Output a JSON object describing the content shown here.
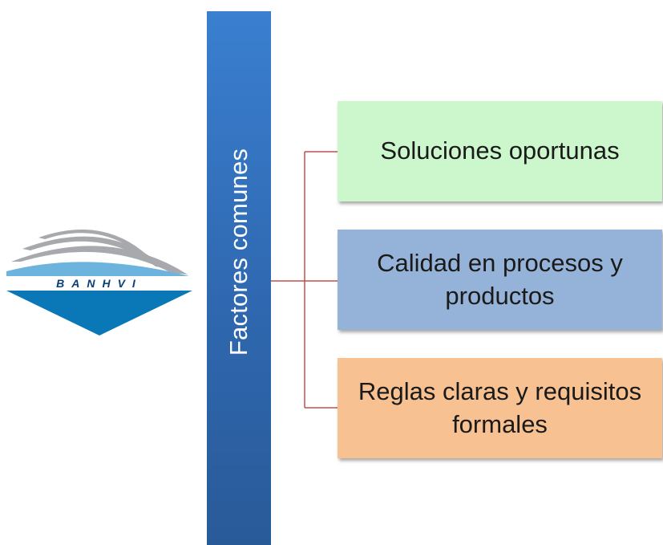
{
  "logo": {
    "text": "BANHVI",
    "colors": {
      "gray": "#a7a9ac",
      "blue": "#0a77b6",
      "light_blue": "#6cb3dd"
    }
  },
  "bar": {
    "label": "Factores comunes",
    "color": "#2f6bb4"
  },
  "connector_color": "#c0504d",
  "boxes": [
    {
      "label": "Soluciones oportunas",
      "color": "#ccf7cc"
    },
    {
      "label": "Calidad en procesos y productos",
      "color": "#95b3d8"
    },
    {
      "label": "Reglas claras y requisitos formales",
      "color": "#f8c191"
    }
  ]
}
